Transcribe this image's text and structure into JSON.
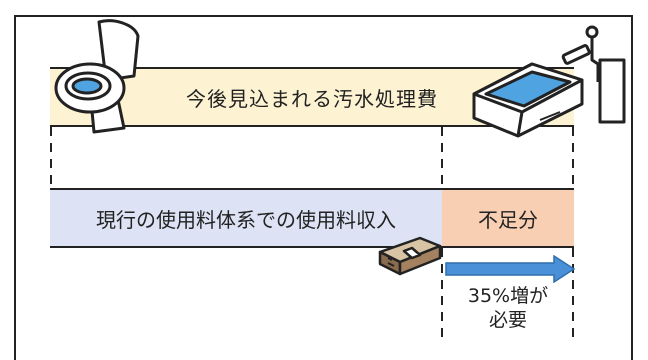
{
  "diagram": {
    "future_cost_label": "今後見込まれる汚水処理費",
    "current_income_label": "現行の使用料体系での使用料収入",
    "shortfall_label": "不足分",
    "increase_line1": "35%増が",
    "increase_line2": "必要"
  },
  "colors": {
    "future_cost_fill": "#fdf3d2",
    "current_income_fill": "#dde3f4",
    "shortfall_fill": "#f8cfb3",
    "arrow_fill": "#4a90d9",
    "bathtub_water": "#4fa3e0"
  },
  "icons": [
    "toilet-icon",
    "bathtub-icon",
    "money-bundle-icon",
    "arrow-right-icon"
  ]
}
